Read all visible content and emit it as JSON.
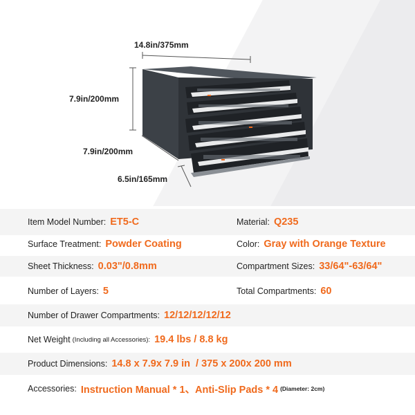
{
  "dimensions": {
    "width_label": "14.8in/375mm",
    "height_label": "7.9in/200mm",
    "depth_label": "7.9in/200mm",
    "drawer_depth_label": "6.5in/165mm"
  },
  "colors": {
    "accent": "#f06a1d",
    "cabinet": "#3f444a",
    "label_text": "#222222",
    "row_shade": "#f4f4f4"
  },
  "specs": {
    "model": {
      "label": "Item Model Number:",
      "value": "ET5-C"
    },
    "material": {
      "label": "Material:",
      "value": "Q235"
    },
    "surface": {
      "label": "Surface Treatment:",
      "value": "Powder Coating"
    },
    "color": {
      "label": "Color:",
      "value": "Gray with Orange Texture"
    },
    "thickness": {
      "label": "Sheet Thickness:",
      "value": "0.03\"/0.8mm"
    },
    "compartment_sizes": {
      "label": "Compartment Sizes:",
      "value": "33/64\"-63/64\""
    },
    "layers": {
      "label": "Number of Layers:",
      "value": "5"
    },
    "total_compartments": {
      "label": "Total Compartments:",
      "value": "60"
    },
    "drawer_compartments": {
      "label": "Number of Drawer Compartments:",
      "value": "12/12/12/12/12"
    },
    "weight": {
      "label": "Net Weight",
      "label_note": "(Including all Accessories):",
      "value": "19.4 lbs / 8.8 kg"
    },
    "product_dimensions": {
      "label": "Product Dimensions:",
      "value": "14.8 x 7.9x 7.9 in  / 375 x 200x 200 mm"
    },
    "accessories": {
      "label": "Accessories:",
      "value": "Instruction Manual * 1、Anti-Slip Pads * 4",
      "note": "(Diameter: 2cm)"
    }
  }
}
